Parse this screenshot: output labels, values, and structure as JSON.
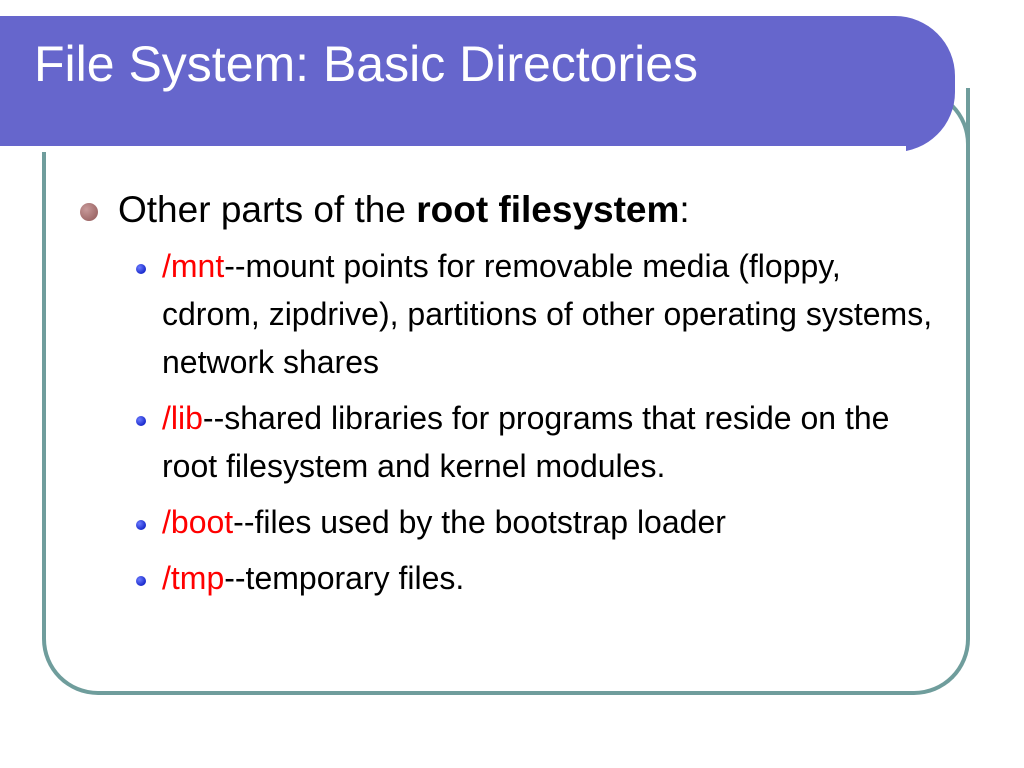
{
  "slide": {
    "title": "File System: Basic Directories",
    "main_bullet": {
      "prefix": "Other parts of the ",
      "bold": "root filesystem",
      "suffix": ":"
    },
    "items": [
      {
        "path": "/mnt",
        "text": "--mount points for removable media (floppy, cdrom, zipdrive), partitions of other operating systems, network shares"
      },
      {
        "path": "/lib",
        "text": "--shared libraries for programs that reside on the root filesystem and kernel modules."
      },
      {
        "path": "/boot",
        "text": "--files used by the bootstrap loader"
      },
      {
        "path": "/tmp",
        "text": "--temporary files."
      }
    ]
  },
  "colors": {
    "title_bar": "#6666cc",
    "frame_border": "#6f9d9c",
    "path_text": "#ff0000",
    "level1_bullet": "#a06a6a",
    "level2_bullet": "#1a2bcc"
  }
}
